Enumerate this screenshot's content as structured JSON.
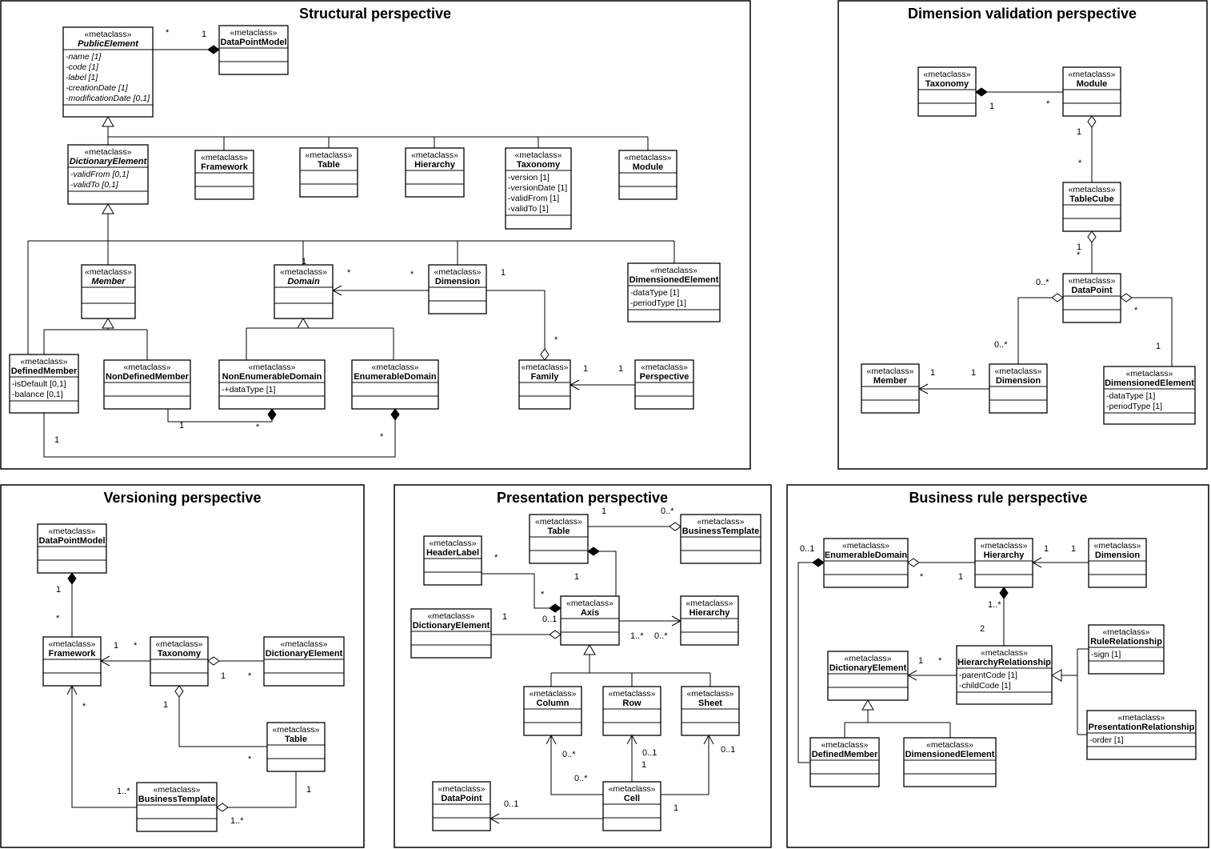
{
  "panels": [
    {
      "id": "structural",
      "title": "Structural perspective"
    },
    {
      "id": "dimval",
      "title": "Dimension validation perspective"
    },
    {
      "id": "versioning",
      "title": "Versioning perspective"
    },
    {
      "id": "presentation",
      "title": "Presentation perspective"
    },
    {
      "id": "business",
      "title": "Business rule perspective"
    }
  ],
  "stereotype": "«metaclass»",
  "classes": [
    {
      "id": "publicelement",
      "name": "PublicElement",
      "abstract": true,
      "attrs": [
        "-name [1]",
        "-code [1]",
        "-label [1]",
        "-creationDate [1]",
        "-modificationDate [0,1]"
      ]
    },
    {
      "id": "dpm1",
      "name": "DataPointModel",
      "attrs": []
    },
    {
      "id": "dictelem1",
      "name": "DictionaryElement",
      "abstract": true,
      "attrs": [
        "-validFrom [0,1]",
        "-validTo [0,1]"
      ]
    },
    {
      "id": "framework1",
      "name": "Framework",
      "attrs": []
    },
    {
      "id": "table1",
      "name": "Table",
      "attrs": []
    },
    {
      "id": "hierarchy1",
      "name": "Hierarchy",
      "attrs": []
    },
    {
      "id": "taxonomy1",
      "name": "Taxonomy",
      "attrs": [
        "-version [1]",
        "-versionDate [1]",
        "-validFrom [1]",
        "-validTo [1]"
      ]
    },
    {
      "id": "module1",
      "name": "Module",
      "attrs": []
    },
    {
      "id": "member1",
      "name": "Member",
      "abstract": true,
      "attrs": []
    },
    {
      "id": "domain1",
      "name": "Domain",
      "abstract": true,
      "attrs": []
    },
    {
      "id": "dimension1",
      "name": "Dimension",
      "attrs": []
    },
    {
      "id": "dimelem1",
      "name": "DimensionedElement",
      "attrs": [
        "-dataType [1]",
        "-periodType [1]"
      ]
    },
    {
      "id": "definedmember1",
      "name": "DefinedMember",
      "attrs": [
        "-isDefault [0,1]",
        "-balance [0,1]"
      ]
    },
    {
      "id": "nondefmember1",
      "name": "NonDefinedMember",
      "attrs": []
    },
    {
      "id": "nonenumdomain1",
      "name": "NonEnumerableDomain",
      "attrs": [
        "-+dataType [1]"
      ]
    },
    {
      "id": "enumdomain1",
      "name": "EnumerableDomain",
      "attrs": []
    },
    {
      "id": "family1",
      "name": "Family",
      "attrs": []
    },
    {
      "id": "perspective1",
      "name": "Perspective",
      "attrs": []
    },
    {
      "id": "taxonomy2",
      "name": "Taxonomy",
      "attrs": []
    },
    {
      "id": "module2",
      "name": "Module",
      "attrs": []
    },
    {
      "id": "tablecube2",
      "name": "TableCube",
      "attrs": []
    },
    {
      "id": "datapoint2",
      "name": "DataPoint",
      "attrs": []
    },
    {
      "id": "member2",
      "name": "Member",
      "attrs": []
    },
    {
      "id": "dimension2",
      "name": "Dimension",
      "attrs": []
    },
    {
      "id": "dimelem2",
      "name": "DimensionedElement",
      "attrs": [
        "-dataType [1]",
        "-periodType [1]"
      ]
    },
    {
      "id": "dpm3",
      "name": "DataPointModel",
      "attrs": []
    },
    {
      "id": "framework3",
      "name": "Framework",
      "attrs": []
    },
    {
      "id": "taxonomy3",
      "name": "Taxonomy",
      "attrs": []
    },
    {
      "id": "dictelem3",
      "name": "DictionaryElement",
      "attrs": []
    },
    {
      "id": "table3",
      "name": "Table",
      "attrs": []
    },
    {
      "id": "bt3",
      "name": "BusinessTemplate",
      "attrs": []
    },
    {
      "id": "table4",
      "name": "Table",
      "attrs": []
    },
    {
      "id": "bt4",
      "name": "BusinessTemplate",
      "attrs": []
    },
    {
      "id": "headerlabel4",
      "name": "HeaderLabel",
      "attrs": []
    },
    {
      "id": "axis4",
      "name": "Axis",
      "attrs": []
    },
    {
      "id": "dictelem4",
      "name": "DictionaryElement",
      "attrs": []
    },
    {
      "id": "hierarchy4",
      "name": "Hierarchy",
      "attrs": []
    },
    {
      "id": "column4",
      "name": "Column",
      "attrs": []
    },
    {
      "id": "row4",
      "name": "Row",
      "attrs": []
    },
    {
      "id": "sheet4",
      "name": "Sheet",
      "attrs": []
    },
    {
      "id": "datapoint4",
      "name": "DataPoint",
      "attrs": []
    },
    {
      "id": "cell4",
      "name": "Cell",
      "attrs": []
    },
    {
      "id": "enumdomain5",
      "name": "EnumerableDomain",
      "attrs": []
    },
    {
      "id": "hierarchy5",
      "name": "Hierarchy",
      "attrs": []
    },
    {
      "id": "dimension5",
      "name": "Dimension",
      "attrs": []
    },
    {
      "id": "dictelem5",
      "name": "DictionaryElement",
      "attrs": []
    },
    {
      "id": "hierrel5",
      "name": "HierarchyRelationship",
      "attrs": [
        "-parentCode [1]",
        "-childCode [1]"
      ]
    },
    {
      "id": "rulerel5",
      "name": "RuleRelationship",
      "attrs": [
        "-sign [1]"
      ]
    },
    {
      "id": "presrel5",
      "name": "PresentationRelationship",
      "attrs": [
        "-order [1]"
      ]
    },
    {
      "id": "definedmember5",
      "name": "DefinedMember",
      "attrs": []
    },
    {
      "id": "dimelem5",
      "name": "DimensionedElement",
      "attrs": []
    }
  ],
  "multiplicities": [
    "*",
    "1",
    "*",
    "*",
    "1",
    "*",
    "1",
    "1",
    "1",
    "*",
    "1",
    "*",
    "1",
    "1",
    "*",
    "1",
    "*",
    "1",
    "*",
    "0..*",
    "*",
    "0..*",
    "1",
    "1",
    "1",
    "1",
    "*",
    "1",
    "*",
    "1",
    "*",
    "1",
    "*",
    "*",
    "1..*",
    "1",
    "1..*",
    "1",
    "0..*",
    "*",
    "1",
    "*",
    "1",
    "0..1",
    "1..*",
    "0..*",
    "0..*",
    "0..1",
    "0..*",
    "0..1",
    "1",
    "0..1",
    "1",
    "0..1",
    "1",
    "1",
    "*",
    "1",
    "1..*",
    "2",
    "1",
    "*"
  ]
}
